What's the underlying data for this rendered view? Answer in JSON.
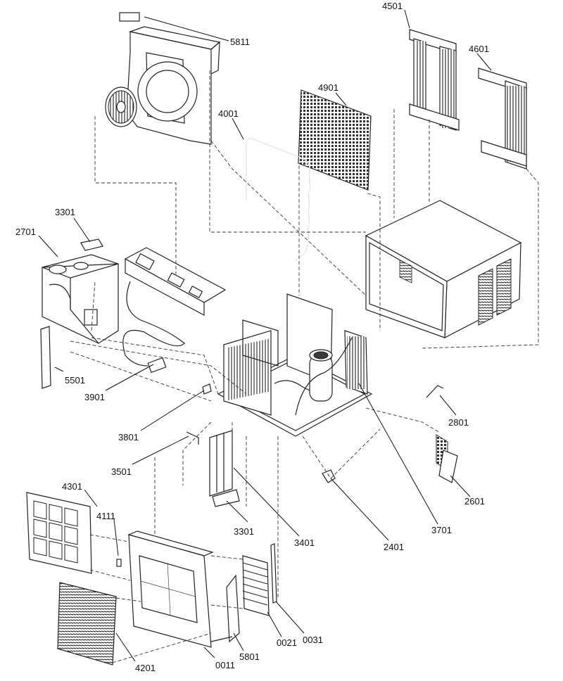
{
  "labels": {
    "p5811": "5811",
    "p4501": "4501",
    "p4601": "4601",
    "p4901": "4901",
    "p4001": "4001",
    "p3301a": "3301",
    "p2701": "2701",
    "p5501": "5501",
    "p3901": "3901",
    "p3801": "3801",
    "p3501": "3501",
    "p2801": "2801",
    "p2601": "2601",
    "p4301": "4301",
    "p4111": "4111",
    "p3301b": "3301",
    "p3401": "3401",
    "p2401": "2401",
    "p3701": "3701",
    "p4201": "4201",
    "p0011": "0011",
    "p5801": "5801",
    "p0021": "0021",
    "p0031": "0031"
  },
  "colors": {
    "line": "#222222",
    "background": "#ffffff"
  }
}
